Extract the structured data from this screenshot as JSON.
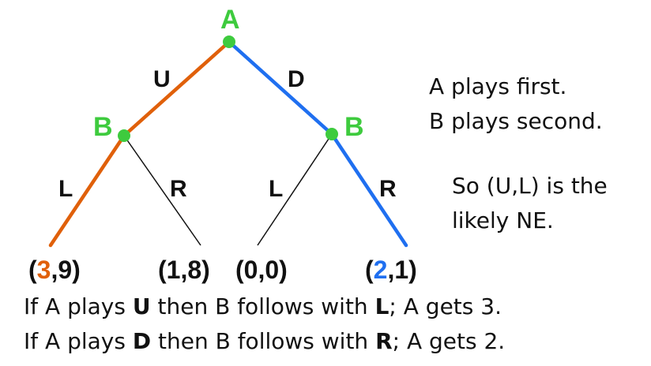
{
  "colors": {
    "node": "#3ecb3e",
    "up_path": "#e0600a",
    "down_path": "#1f6ff0",
    "plain_edge": "#111111"
  },
  "tree": {
    "root_label": "A",
    "left_node_label": "B",
    "right_node_label": "B",
    "edge_labels": {
      "U": "U",
      "D": "D",
      "L_left": "L",
      "R_left": "R",
      "L_right": "L",
      "R_right": "R"
    },
    "payoffs": [
      {
        "open": "(",
        "first": "3",
        "sep": ",",
        "second": "9",
        "close": ")",
        "highlight": "up_path"
      },
      {
        "open": "(",
        "first": "1",
        "sep": ",",
        "second": "8",
        "close": ")",
        "highlight": null
      },
      {
        "open": "(",
        "first": "0",
        "sep": ",",
        "second": "0",
        "close": ")",
        "highlight": null
      },
      {
        "open": "(",
        "first": "2",
        "sep": ",",
        "second": "1",
        "close": ")",
        "highlight": "down_path"
      }
    ]
  },
  "notes": {
    "line1": "A plays first.",
    "line2": "B plays second.",
    "conclusion1": "So (U,L) is the",
    "conclusion2": "likely NE."
  },
  "bottom": {
    "line1": {
      "pre": "If A plays ",
      "move": "U",
      "mid": " then B follows with ",
      "reply": "L",
      "post": "; A gets 3."
    },
    "line2": {
      "pre": "If A plays ",
      "move": "D",
      "mid": " then B follows with ",
      "reply": "R",
      "post": "; A gets 2."
    }
  }
}
